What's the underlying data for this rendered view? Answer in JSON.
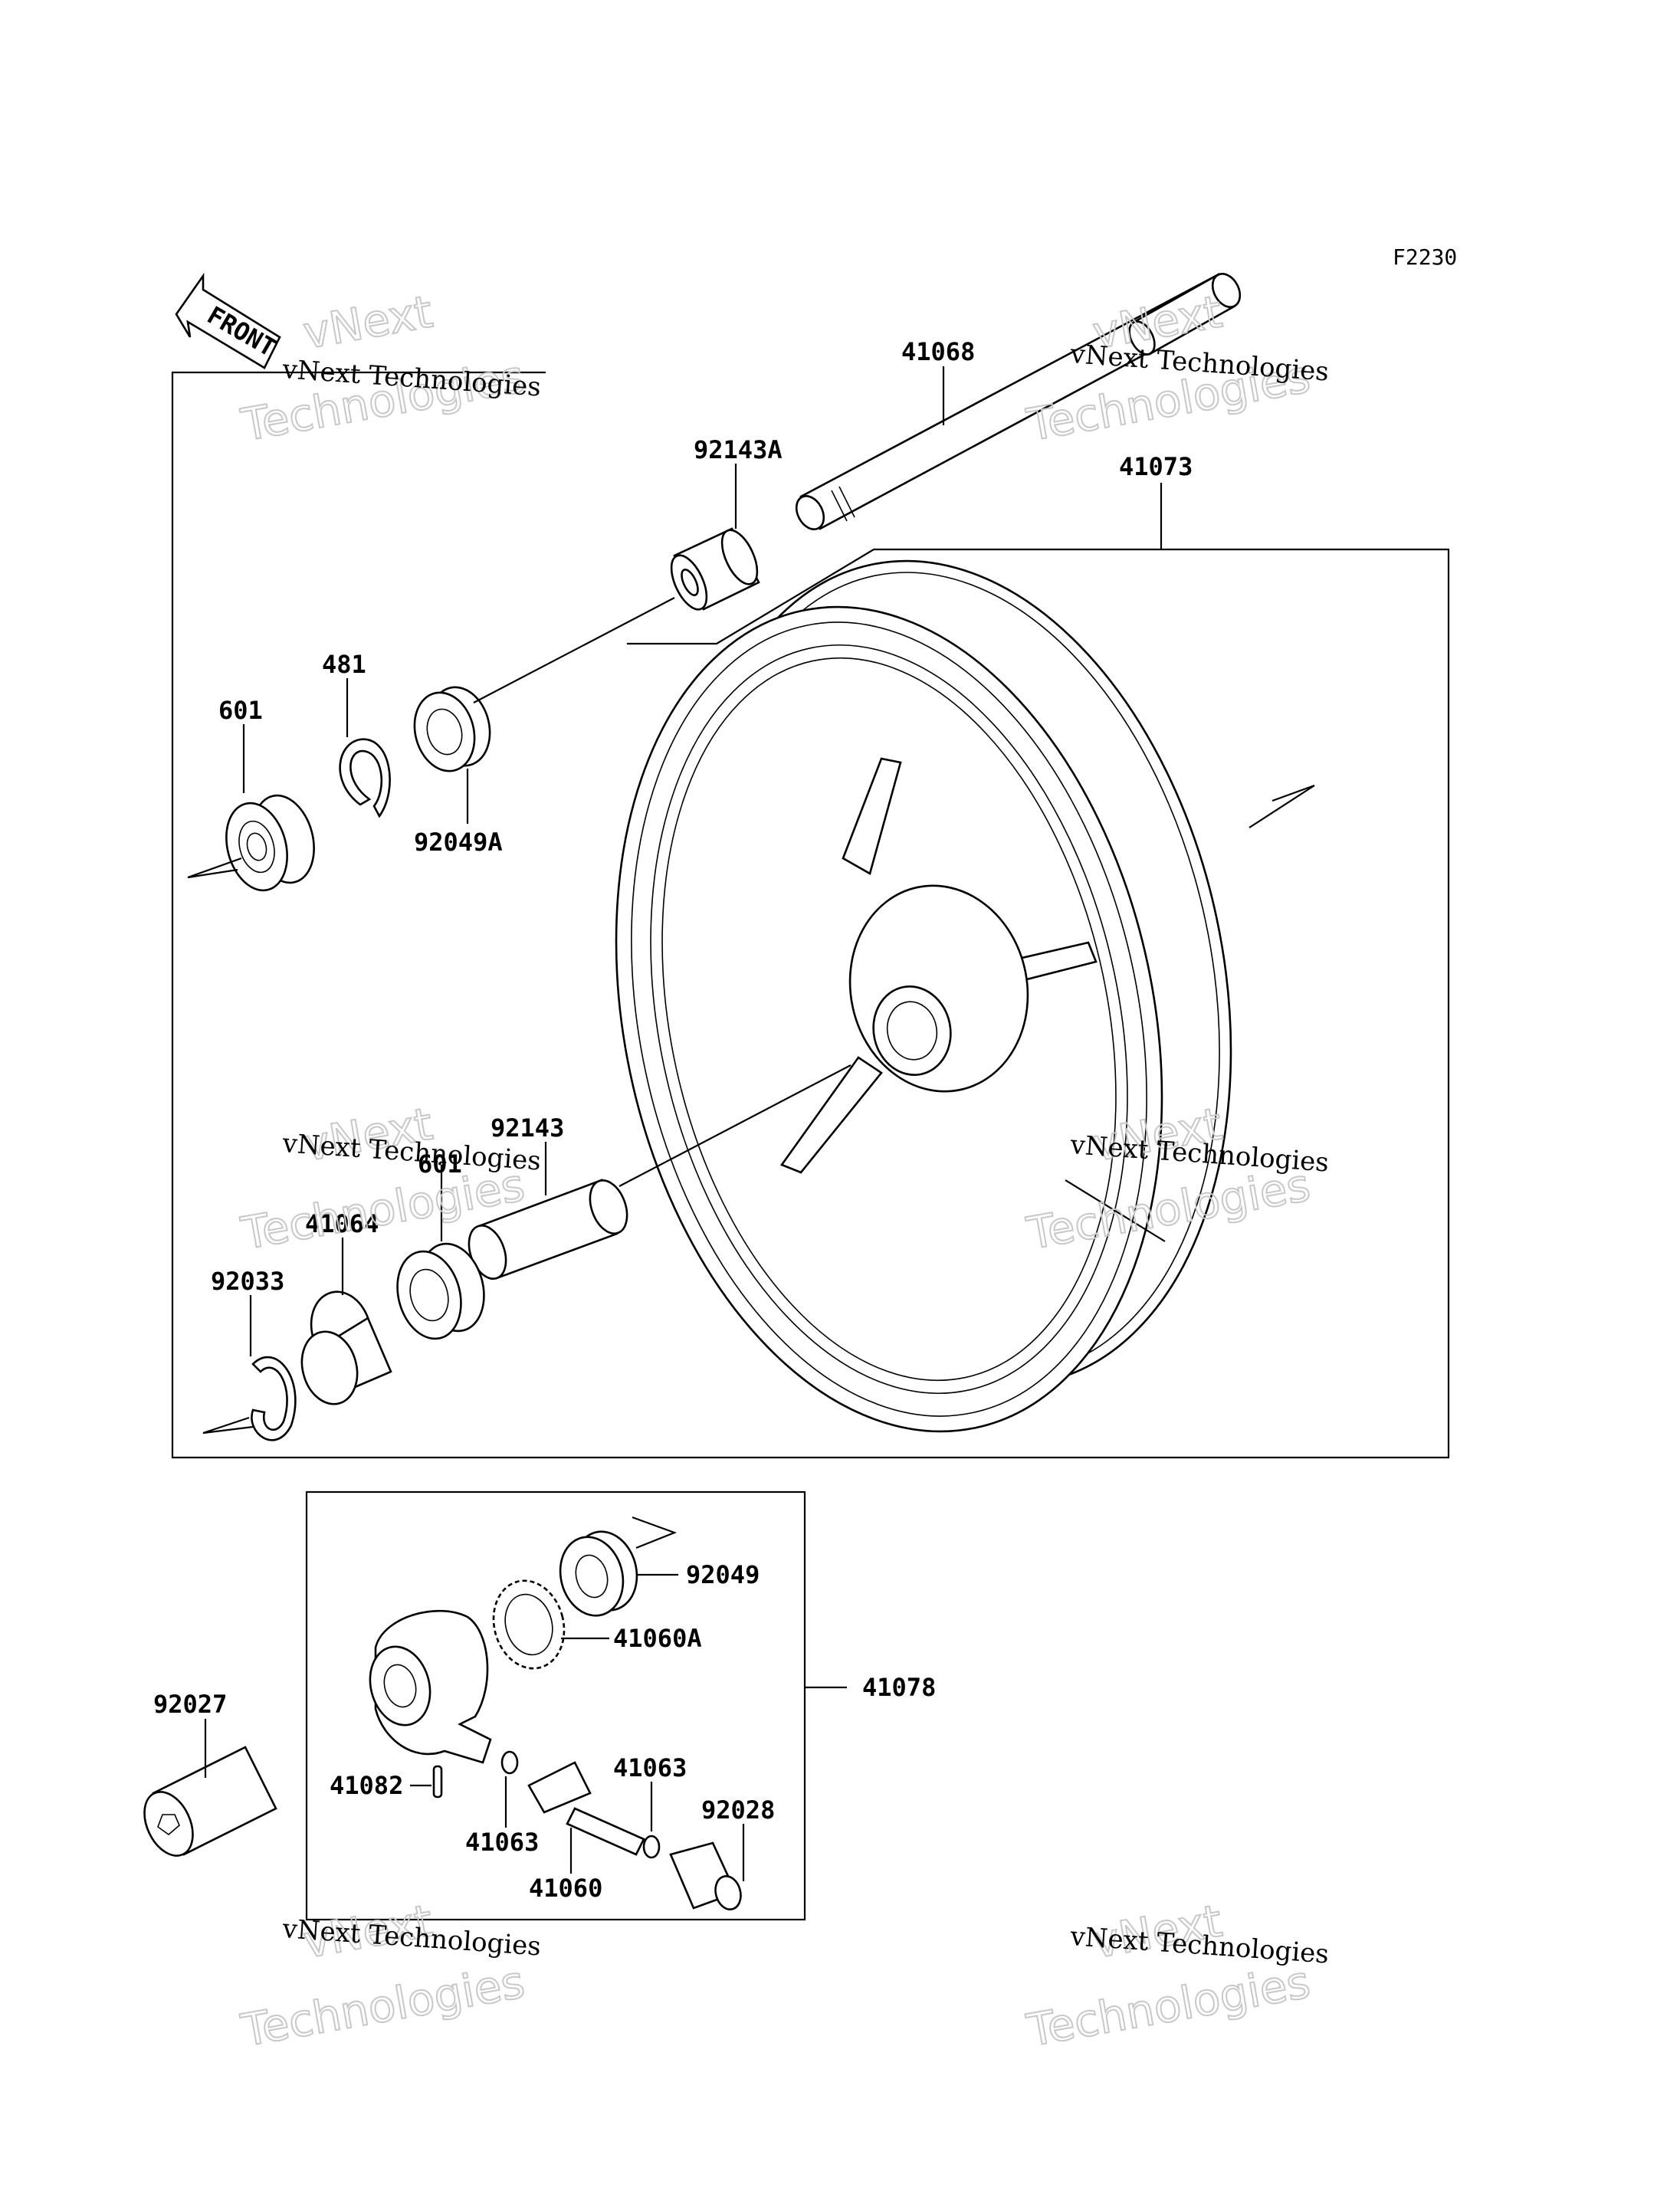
{
  "diagram": {
    "code": "F2230",
    "front_label": "FRONT",
    "parts": [
      {
        "id": "p41068",
        "label": "41068"
      },
      {
        "id": "p92143A",
        "label": "92143A"
      },
      {
        "id": "p41073",
        "label": "41073"
      },
      {
        "id": "p481",
        "label": "481"
      },
      {
        "id": "p601",
        "label": "601"
      },
      {
        "id": "p92049A",
        "label": "92049A"
      },
      {
        "id": "p92143",
        "label": "92143"
      },
      {
        "id": "p601b",
        "label": "601"
      },
      {
        "id": "p41064",
        "label": "41064"
      },
      {
        "id": "p92033",
        "label": "92033"
      },
      {
        "id": "p92049",
        "label": "92049"
      },
      {
        "id": "p41060A",
        "label": "41060A"
      },
      {
        "id": "p41078",
        "label": "41078"
      },
      {
        "id": "p92027",
        "label": "92027"
      },
      {
        "id": "p41063a",
        "label": "41063"
      },
      {
        "id": "p41082",
        "label": "41082"
      },
      {
        "id": "p92028",
        "label": "92028"
      },
      {
        "id": "p41063b",
        "label": "41063"
      },
      {
        "id": "p41060",
        "label": "41060"
      }
    ]
  },
  "watermark": {
    "line1": "vNext Technologies",
    "line2a": "vNext",
    "line2b": "Technologies"
  }
}
